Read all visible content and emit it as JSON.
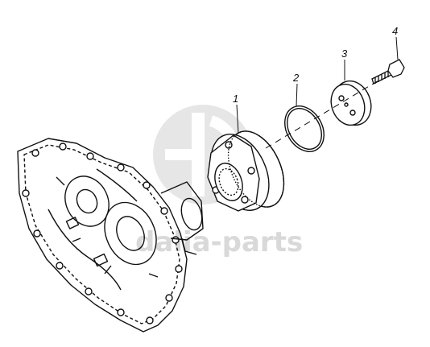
{
  "watermark": {
    "text": "dalia-parts"
  },
  "callouts": [
    {
      "number": "1"
    },
    {
      "number": "2"
    },
    {
      "number": "3"
    },
    {
      "number": "4"
    }
  ],
  "colors": {
    "line": "#111111",
    "watermark": "#d9d9d9",
    "background": "#ffffff"
  }
}
